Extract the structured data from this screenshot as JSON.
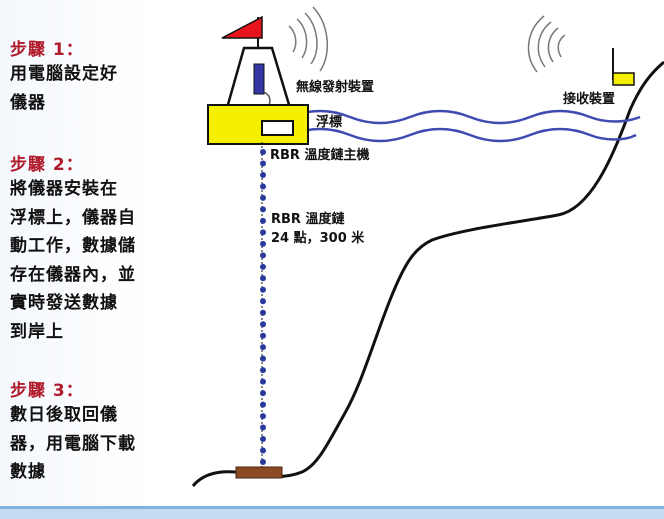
{
  "steps": [
    {
      "heading": "步驟 1：",
      "text": "用電腦設定好\n儀器"
    },
    {
      "heading": "步驟 2：",
      "text": "將儀器安裝在\n浮標上，儀器自\n動工作，數據儲\n存在儀器內，並\n實時發送數據\n到岸上"
    },
    {
      "heading": "步驟 3：",
      "text": "數日後取回儀\n器，用電腦下載\n數據"
    }
  ],
  "labels": {
    "transmitter": "無線發射裝置",
    "buoy": "浮標",
    "main_unit": "RBR 溫度鏈主機",
    "chain_line1": "RBR 溫度鏈",
    "chain_line2": "24 點，300 米",
    "receiver": "接收裝置"
  },
  "colors": {
    "heading": "#b01a2a",
    "buoy": "#f5f000",
    "flag": "#e8141b",
    "water": "#3f4bb0",
    "chain": "#2a3a9c",
    "anchor": "#8b4a22"
  }
}
